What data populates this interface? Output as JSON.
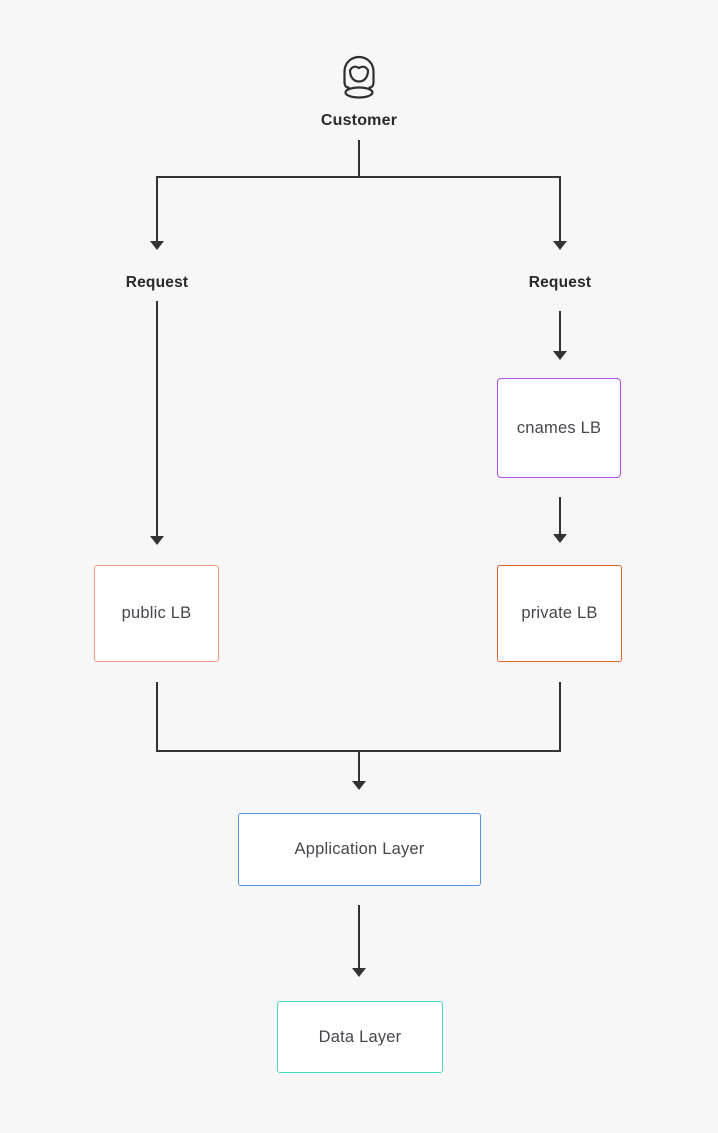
{
  "diagram": {
    "background_color": "#f7f7f8",
    "connector_color": "#333336",
    "customer": {
      "label": "Customer",
      "icon": "woman-user-icon"
    },
    "branches": {
      "left_request_label": "Request",
      "right_request_label": "Request"
    },
    "nodes": {
      "cnames_lb": {
        "label": "cnames LB",
        "border_color": "#b14ef0"
      },
      "public_lb": {
        "label": "public LB",
        "border_color": "#f09a80"
      },
      "private_lb": {
        "label": "private LB",
        "border_color": "#e0612a"
      },
      "application_layer": {
        "label": "Application Layer",
        "border_color": "#5494da"
      },
      "data_layer": {
        "label": "Data Layer",
        "border_color": "#43ddb7"
      }
    }
  }
}
